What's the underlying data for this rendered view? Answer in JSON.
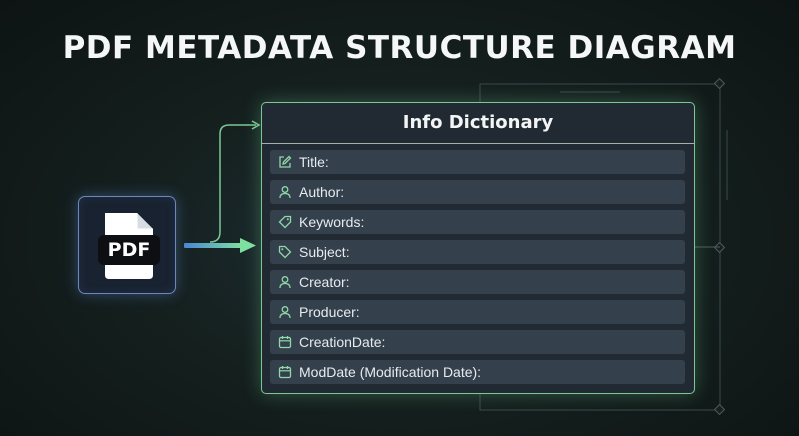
{
  "title": "PDF METADATA STRUCTURE DIAGRAM",
  "source": {
    "label": "PDF",
    "icon": "pdf-file-icon"
  },
  "dictionary": {
    "title": "Info Dictionary",
    "fields": [
      {
        "label": "Title:",
        "icon": "edit-icon"
      },
      {
        "label": "Author:",
        "icon": "user-icon"
      },
      {
        "label": "Keywords:",
        "icon": "tag-icon"
      },
      {
        "label": "Subject:",
        "icon": "tag-icon"
      },
      {
        "label": "Creator:",
        "icon": "user-icon"
      },
      {
        "label": "Producer:",
        "icon": "user-icon"
      },
      {
        "label": "CreationDate:",
        "icon": "calendar-icon"
      },
      {
        "label": "ModDate (Modification Date):",
        "icon": "calendar-icon"
      }
    ]
  },
  "colors": {
    "accent_green": "#7cc894",
    "accent_blue": "#6d88b8",
    "field_bg": "#35404d"
  }
}
